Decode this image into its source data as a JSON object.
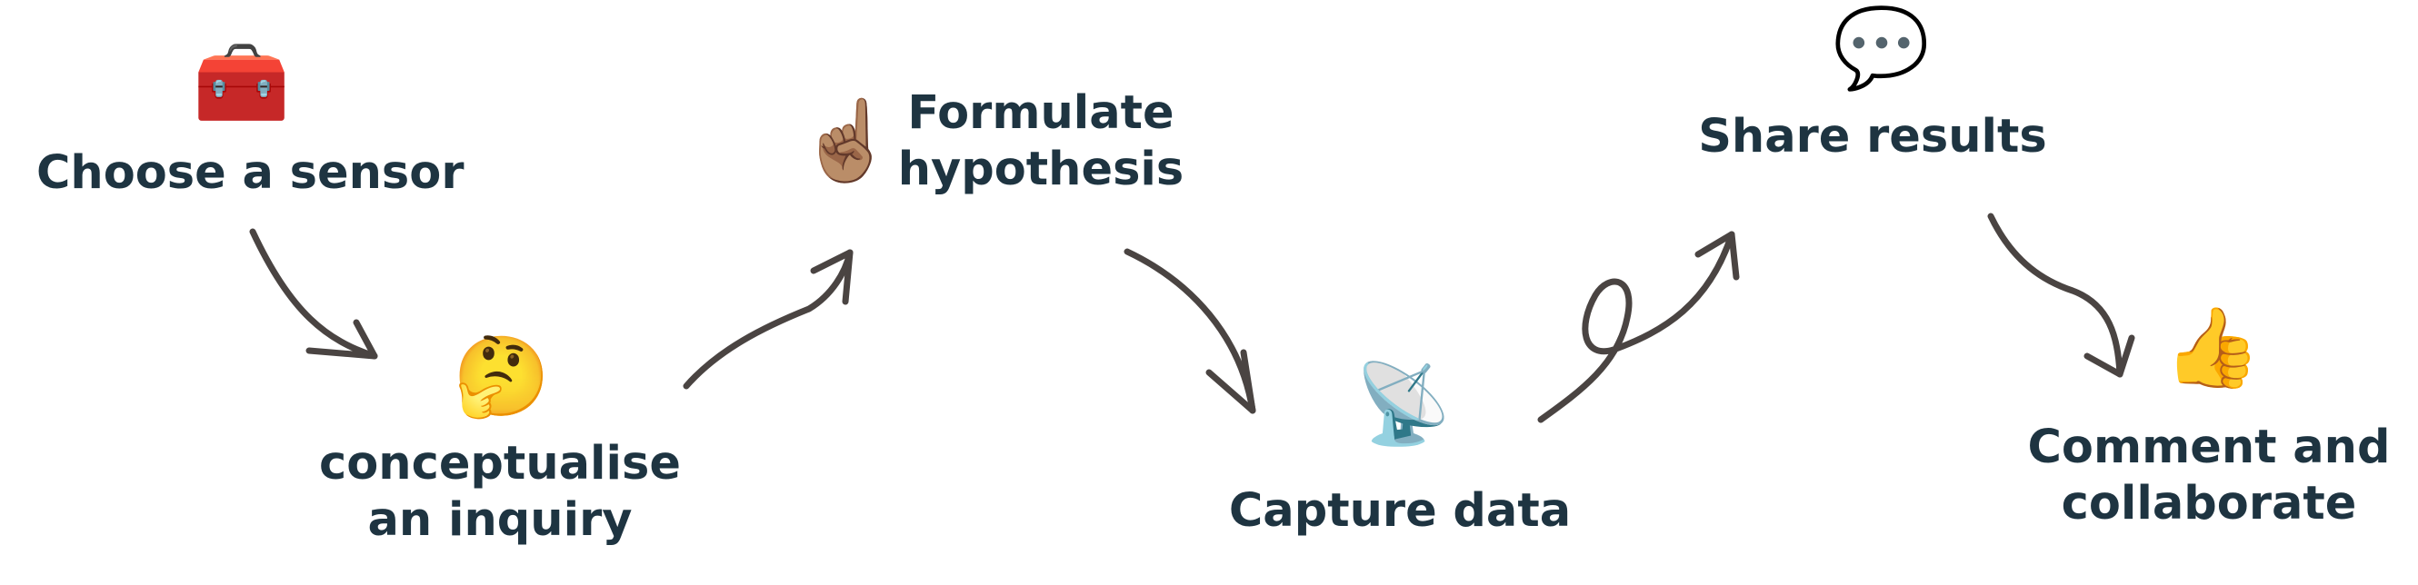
{
  "steps": [
    {
      "id": "choose-sensor",
      "lines": [
        "Choose a sensor"
      ],
      "icon": "toolbox-icon"
    },
    {
      "id": "conceptualise",
      "lines": [
        "conceptualise",
        "an inquiry"
      ],
      "icon": "thinking-face-icon"
    },
    {
      "id": "formulate",
      "lines": [
        "Formulate",
        "hypothesis"
      ],
      "icon": "pointing-up-icon"
    },
    {
      "id": "capture",
      "lines": [
        "Capture data"
      ],
      "icon": "satellite-dish-icon"
    },
    {
      "id": "share",
      "lines": [
        "Share results"
      ],
      "icon": "speech-bubble-icon"
    },
    {
      "id": "comment",
      "lines": [
        "Comment and",
        "collaborate"
      ],
      "icon": "thumbs-up-icon"
    }
  ],
  "colors": {
    "text": "#1e3441",
    "arrow": "#4a4442"
  }
}
